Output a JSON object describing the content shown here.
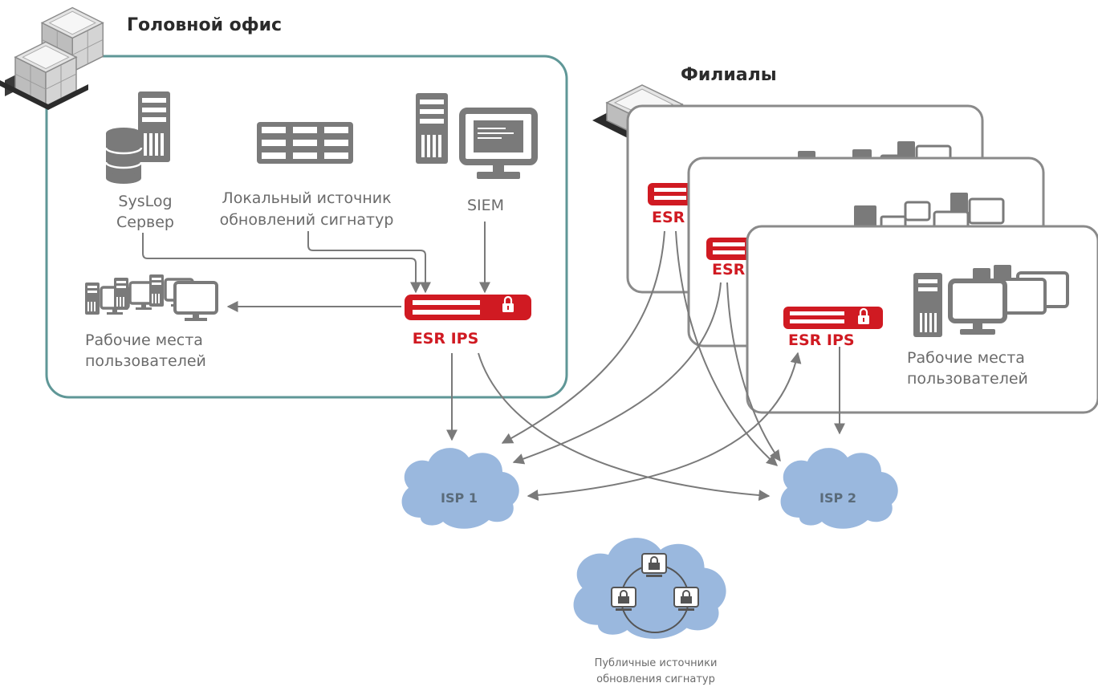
{
  "head_office": {
    "title": "Головной офис",
    "syslog_label_1": "SysLog",
    "syslog_label_2": "Сервер",
    "update_source_1": "Локальный источник",
    "update_source_2": "обновлений сигнатур",
    "siem": "SIEM",
    "workstations_1": "Рабочие места",
    "workstations_2": "пользователей",
    "esr_ips": "ESR IPS"
  },
  "branches": {
    "title": "Филиалы",
    "esr_1": "ESR",
    "esr_2": "ESR",
    "esr_ips": "ESR IPS",
    "workstations_1": "Рабочие места",
    "workstations_2": "пользователей"
  },
  "isp1": "ISP 1",
  "isp2": "ISP 2",
  "public_sources_1": "Публичные источники",
  "public_sources_2": "обновления сигнатур",
  "colors": {
    "teal_border": "#5f9797",
    "gray_border": "#8a8a8a",
    "red": "#d01a22",
    "cloud": "#9ab8de",
    "icon_gray": "#777777"
  }
}
